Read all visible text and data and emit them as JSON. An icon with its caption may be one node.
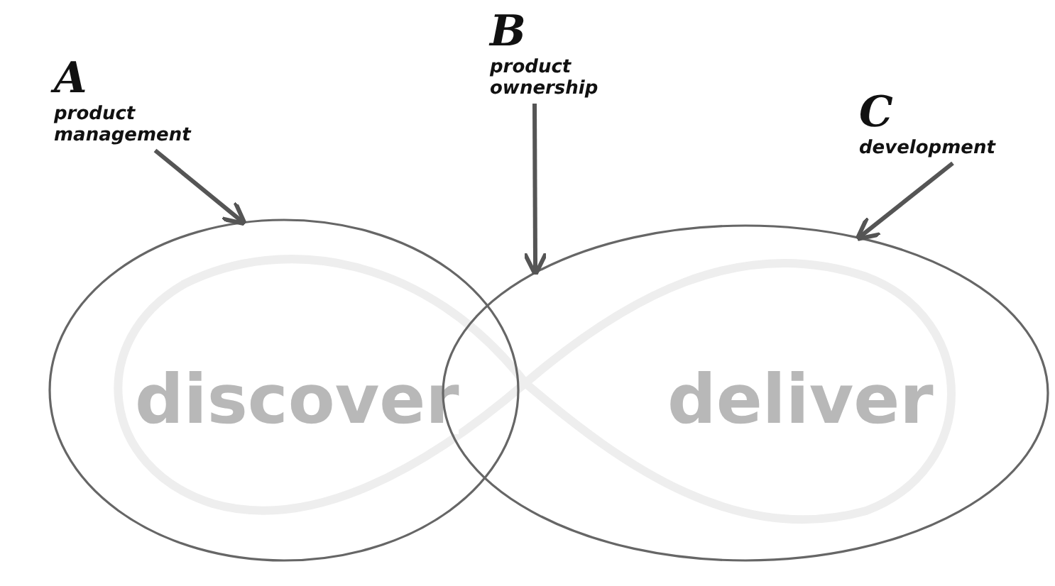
{
  "diagram": {
    "nodes": [
      {
        "text": [
          "A",
          "product management"
        ]
      },
      {
        "text": [
          "B",
          "product ownership"
        ]
      },
      {
        "text": [
          "C",
          "development"
        ]
      },
      {
        "text": [],
        "shape": "ellipse"
      },
      {
        "text": [],
        "shape": "ellipse"
      }
    ],
    "edges": [
      {
        "from": 0,
        "to": 3,
        "arrow": "to"
      },
      {
        "from": 1,
        "to": 4,
        "arrow": "to"
      },
      {
        "from": 2,
        "to": 4,
        "arrow": "to"
      }
    ],
    "labels": [
      "discover",
      "deliver"
    ]
  }
}
